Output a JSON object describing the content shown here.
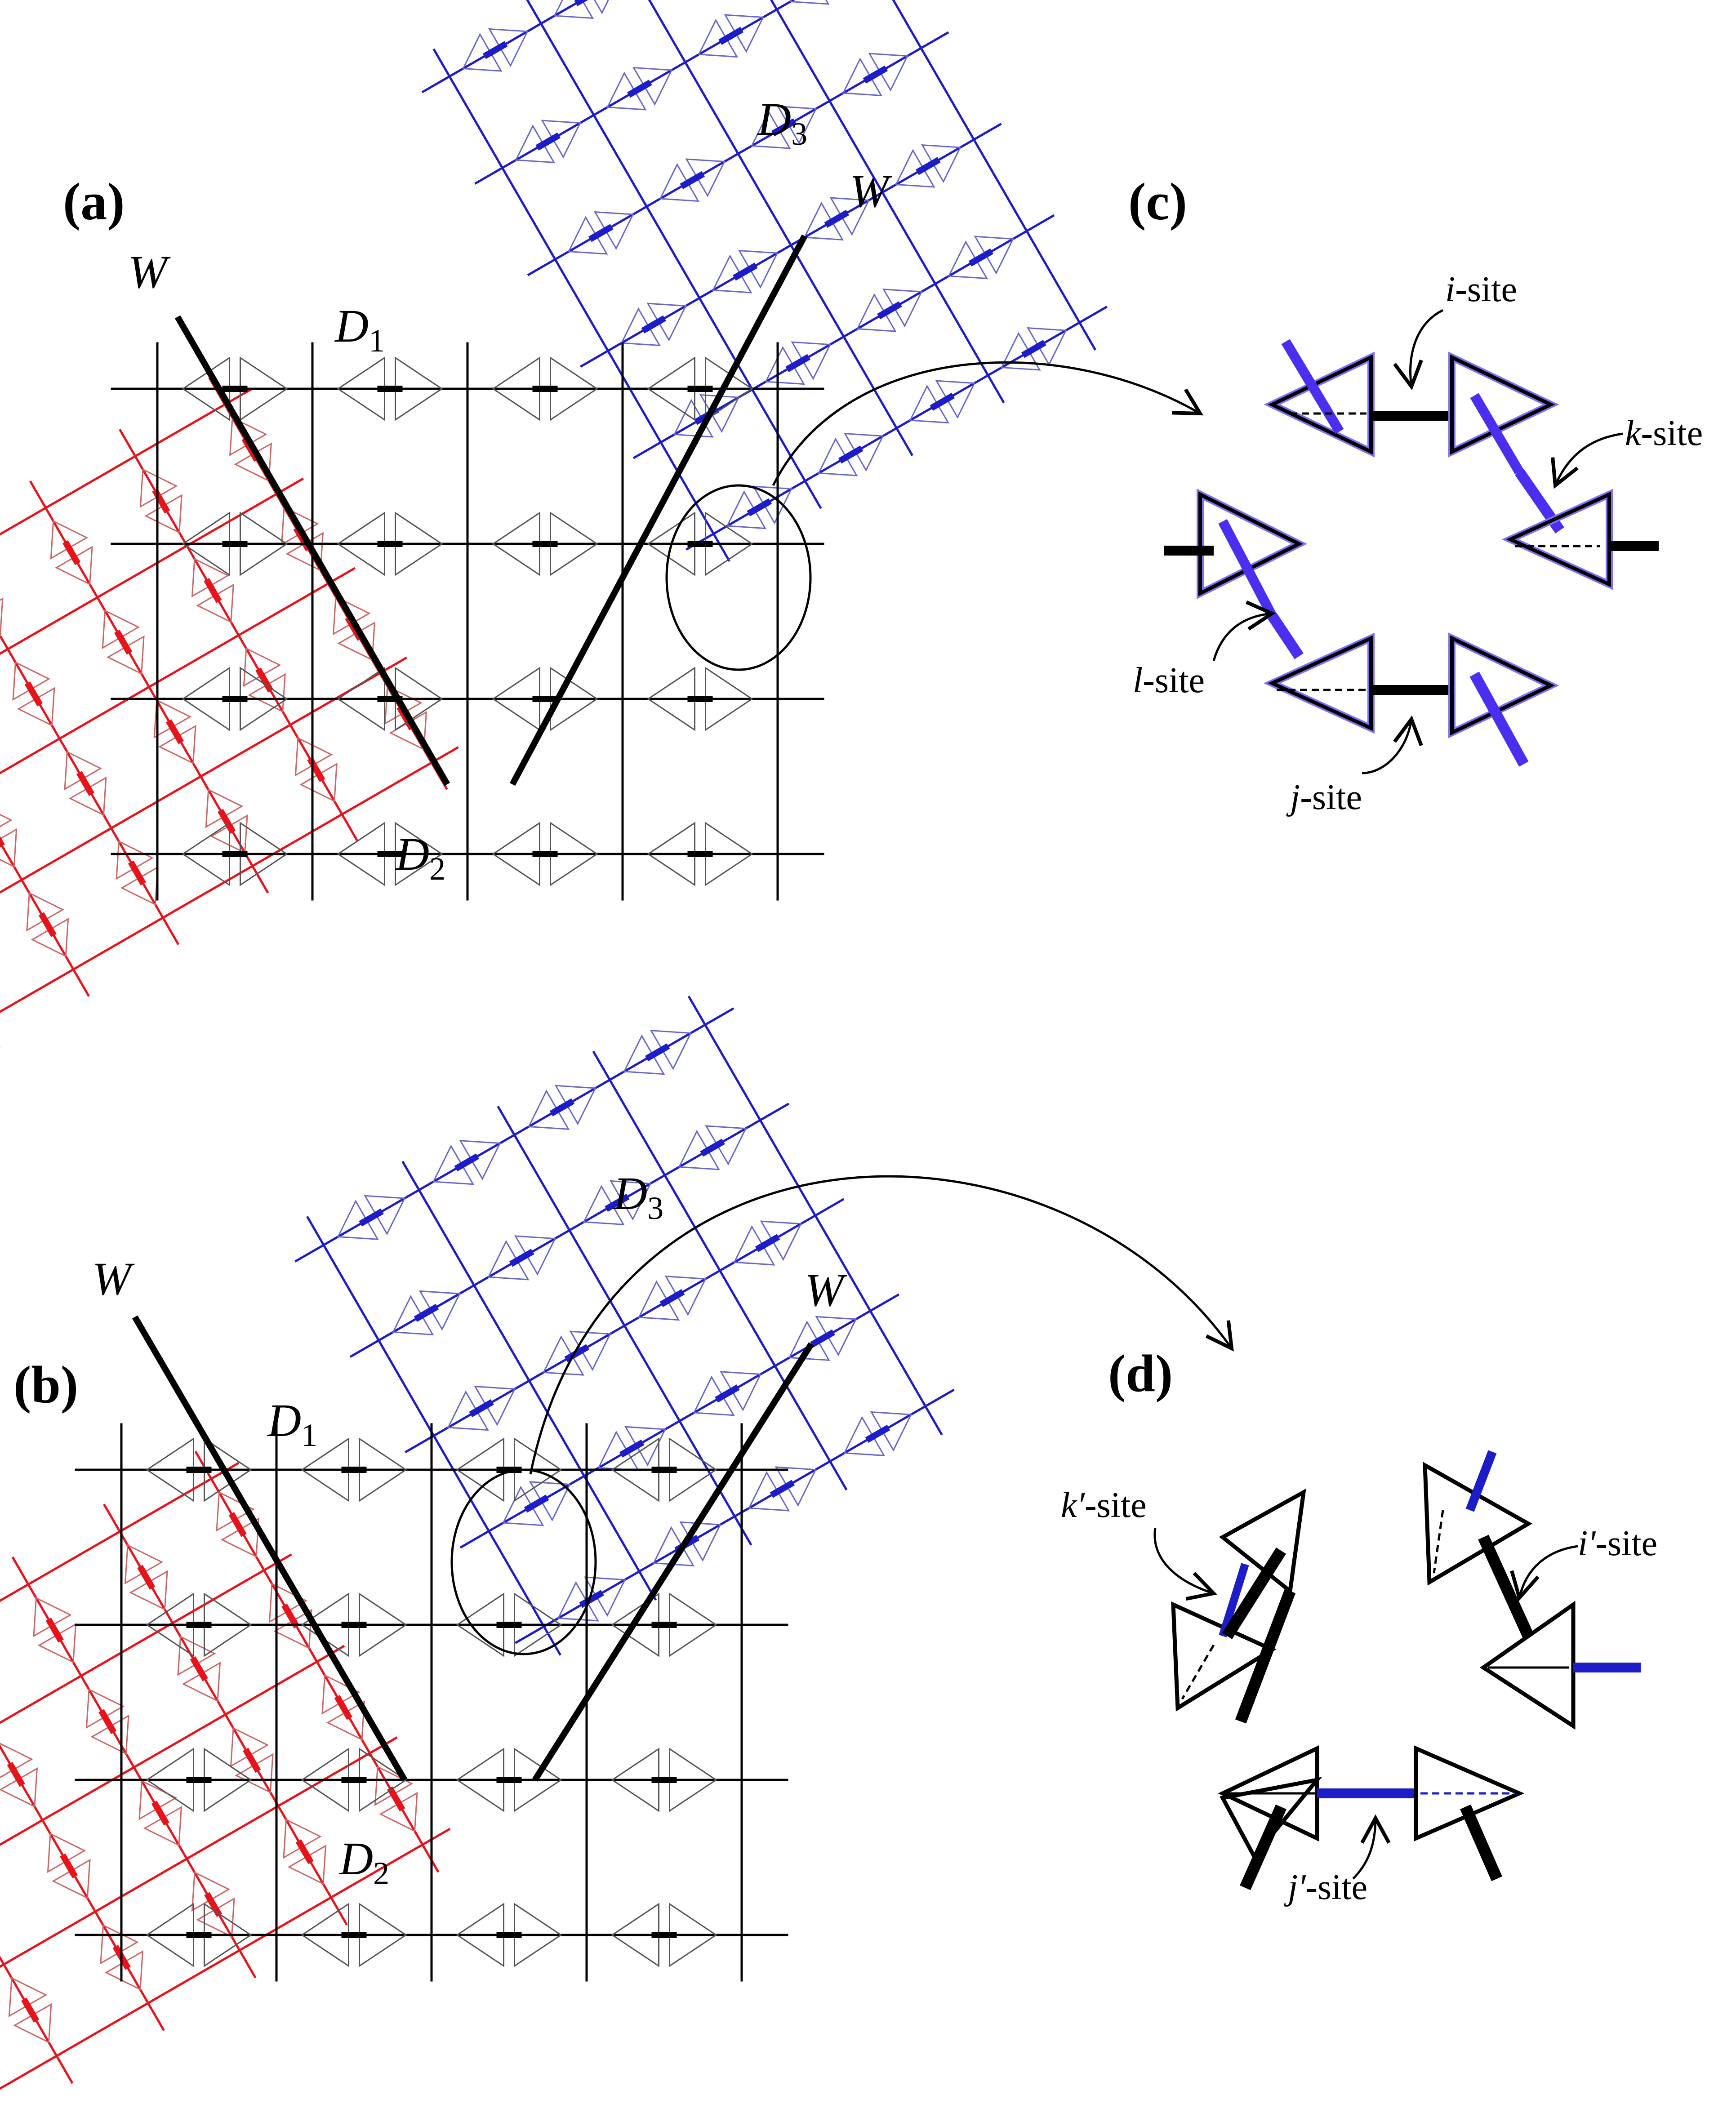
{
  "panels": {
    "a": {
      "label": "(a)",
      "wall_left": "W",
      "wall_right": "W",
      "domain1": "D",
      "domain1_sub": "1",
      "domain2": "D",
      "domain2_sub": "2",
      "domain3": "D",
      "domain3_sub": "3"
    },
    "b": {
      "label": "(b)",
      "wall_left": "W",
      "wall_right": "W",
      "domain1": "D",
      "domain1_sub": "1",
      "domain2": "D",
      "domain2_sub": "2",
      "domain3": "D",
      "domain3_sub": "3"
    },
    "c": {
      "label": "(c)",
      "i_site_var": "i",
      "j_site_var": "j",
      "k_site_var": "k",
      "l_site_var": "l",
      "site_suffix": "-site"
    },
    "d": {
      "label": "(d)",
      "i_site_var": "i'",
      "j_site_var": "j'",
      "k_site_var": "k′",
      "site_suffix": "-site"
    }
  },
  "colors": {
    "d1": "#000000",
    "d2": "#e8121b",
    "d3": "#1c1cc8",
    "wall": "#000000",
    "site_highlight": "#5a4cf0"
  }
}
